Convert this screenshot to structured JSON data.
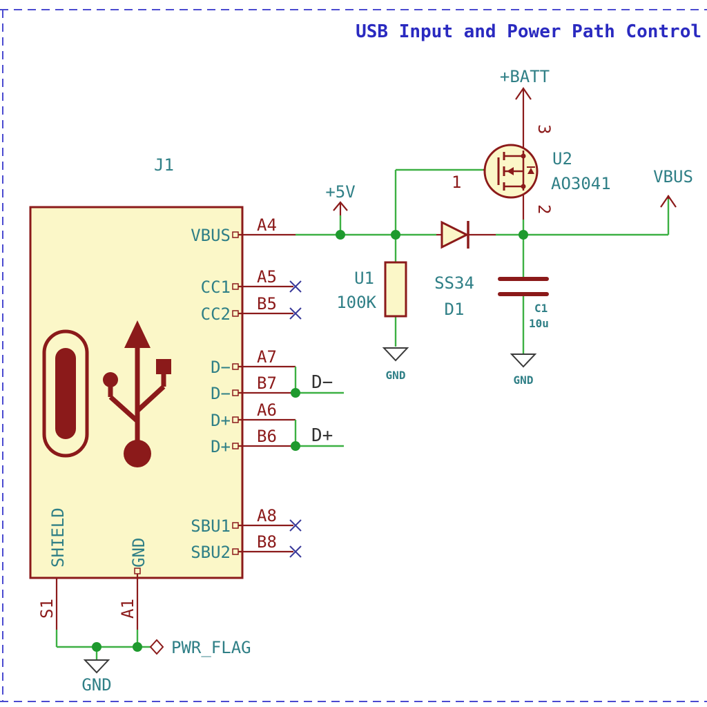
{
  "sheet": {
    "title": "USB Input and Power Path Control"
  },
  "connector": {
    "ref": "J1",
    "pins_right": [
      {
        "name": "VBUS",
        "num": "A4"
      },
      {
        "name": "CC1",
        "num": "A5"
      },
      {
        "name": "CC2",
        "num": "B5"
      },
      {
        "name": "D−",
        "num": "A7"
      },
      {
        "name": "D−",
        "num": "B7"
      },
      {
        "name": "D+",
        "num": "A6"
      },
      {
        "name": "D+",
        "num": "B6"
      },
      {
        "name": "SBU1",
        "num": "A8"
      },
      {
        "name": "SBU2",
        "num": "B8"
      }
    ],
    "pins_bottom": [
      {
        "name": "SHIELD",
        "num": "S1"
      },
      {
        "name": "GND",
        "num": "A1"
      }
    ]
  },
  "nets": {
    "d_minus": "D−",
    "d_plus": "D+",
    "vbus": "VBUS",
    "plus5v": "+5V",
    "batt": "+BATT",
    "gnd": "GND",
    "pwr_flag": "PWR_FLAG"
  },
  "components": {
    "u1": {
      "ref": "U1",
      "value": "100K"
    },
    "d1": {
      "ref": "D1",
      "value": "SS34"
    },
    "u2": {
      "ref": "U2",
      "value": "AO3041",
      "pin_gate": "1",
      "pin_drain": "2",
      "pin_source": "3"
    },
    "c1": {
      "ref": "C1",
      "value": "10u"
    }
  },
  "colors": {
    "wire": "#3cb043",
    "symbol": "#8b1a1a",
    "symbol_fill": "#fbf7c8",
    "label": "#2f7f86",
    "border": "#4a4ad0"
  }
}
